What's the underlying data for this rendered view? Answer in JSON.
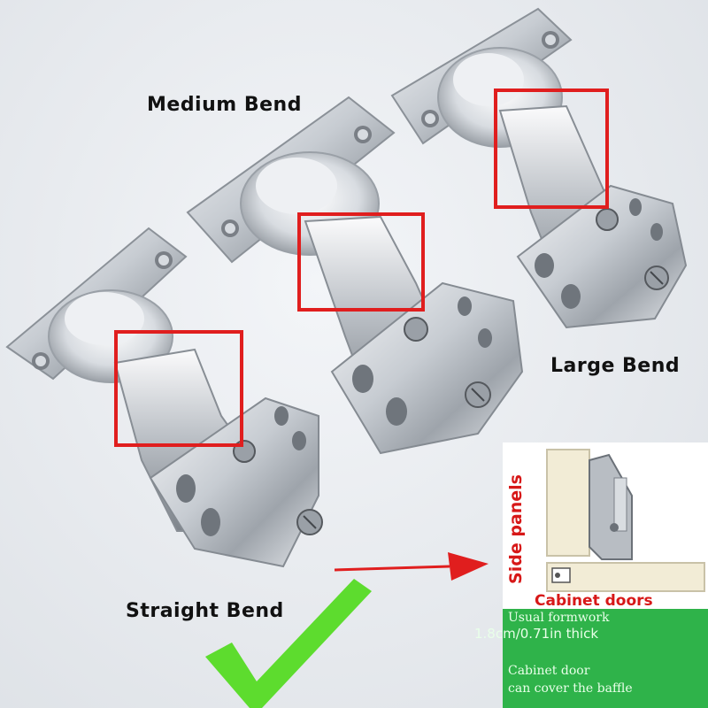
{
  "labels": {
    "medium": "Medium Bend",
    "large": "Large Bend",
    "straight": "Straight Bend"
  },
  "diagram": {
    "side_panels": "Side panels",
    "cabinet_doors": "Cabinet doors",
    "formwork": "Usual formwork",
    "thickness": "1.8cm/0.71in thick",
    "cover_line1": "Cabinet door",
    "cover_line2": "can cover the baffle"
  },
  "colors": {
    "highlight_box": "#e01e1e",
    "arrow": "#e01e1e",
    "checkmark": "#5ddc2e",
    "caption_panel": "#2fb34a",
    "diagram_text": "#d71818"
  },
  "icons": [
    "checkmark-icon",
    "arrow-right-icon"
  ]
}
